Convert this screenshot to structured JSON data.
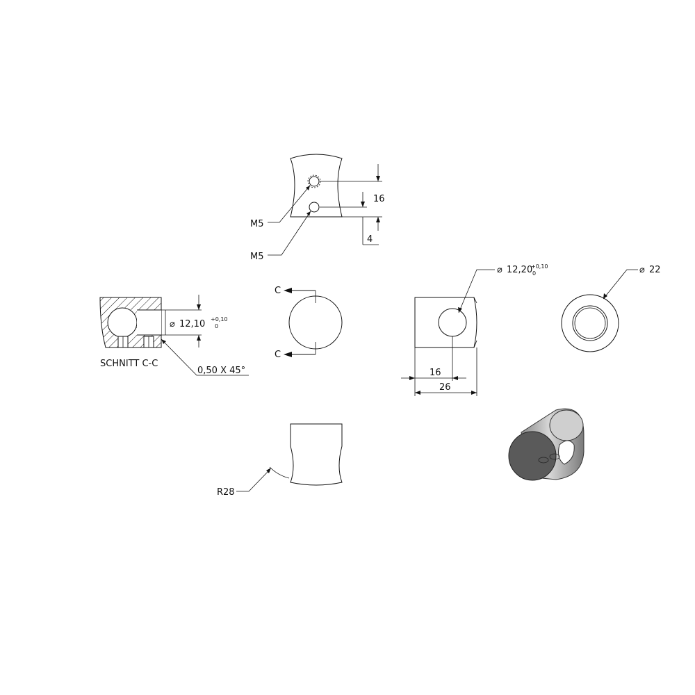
{
  "top_view": {
    "callout_thread_1": "M5",
    "callout_thread_2": "M5",
    "dim_spacing": "16",
    "dim_edge": "4"
  },
  "section_view": {
    "title": "SCHNITT C-C",
    "bore_dia": "12,10",
    "bore_tol_upper": "+0,10",
    "bore_tol_lower": "0",
    "chamfer": "0,50 X 45°"
  },
  "front_view": {
    "section_label_top": "C",
    "section_label_bottom": "C"
  },
  "side_view": {
    "bore_dia": "12,20",
    "bore_tol_upper": "+0,10",
    "bore_tol_lower": "0",
    "dim_hole_pos": "16",
    "dim_length": "26"
  },
  "end_view": {
    "outer_dia": "22"
  },
  "bottom_view": {
    "radius": "R28"
  },
  "colors": {
    "line": "#111111",
    "hatch": "#111111",
    "iso_shade_dark": "#555555",
    "iso_shade_light": "#bdbdbd"
  }
}
